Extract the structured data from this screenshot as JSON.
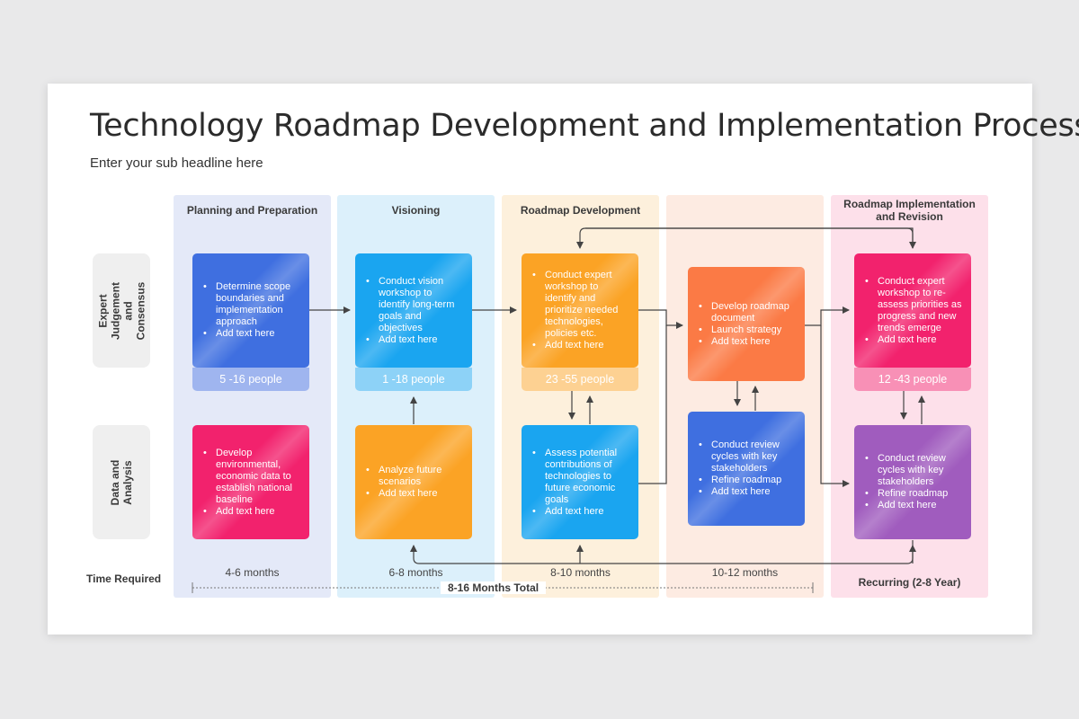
{
  "title": "Technology Roadmap Development and Implementation Process",
  "subtitle": "Enter your sub headline here",
  "columns": [
    {
      "heading": "Planning and Preparation",
      "months": "4-6 months"
    },
    {
      "heading": "Visioning",
      "months": "6-8 months"
    },
    {
      "heading": "Roadmap Development",
      "months": "8-10 months"
    },
    {
      "heading": "",
      "months": "10-12 months"
    },
    {
      "heading": "Roadmap Implementation and Revision",
      "months": "Recurring (2-8 Year)"
    }
  ],
  "rows": [
    {
      "label": "Expert Judgement and Consensus"
    },
    {
      "label": "Data and Analysis"
    }
  ],
  "time_required_label": "Time Required",
  "total_label": "8-16 Months Total",
  "cards": {
    "c1": {
      "bullets": [
        "Determine scope boundaries and implementation approach",
        "Add text here"
      ],
      "people": "5 -16 people",
      "color": "#3f6fe0"
    },
    "c2": {
      "bullets": [
        "Conduct vision workshop to identify long-term goals and objectives",
        "Add text here"
      ],
      "people": "1 -18 people",
      "color": "#1aa5f0"
    },
    "c3": {
      "bullets": [
        "Conduct expert workshop to identify and prioritize needed technologies, policies etc.",
        "Add text here"
      ],
      "people": "23 -55 people",
      "color": "#fba325"
    },
    "c4": {
      "bullets": [
        "Develop roadmap document",
        "Launch strategy",
        "Add text here"
      ],
      "color": "#fb7a45"
    },
    "c5": {
      "bullets": [
        "Conduct expert workshop to re-assess priorities as progress and new trends emerge",
        "Add text here"
      ],
      "people": "12 -43 people",
      "color": "#f2226d"
    },
    "c6": {
      "bullets": [
        "Develop environmental, economic data to establish national baseline",
        "Add text here"
      ],
      "color": "#f2226d"
    },
    "c7": {
      "bullets": [
        "Analyze future scenarios",
        "Add text here"
      ],
      "color": "#fba325"
    },
    "c8": {
      "bullets": [
        "Assess potential contributions of technologies to future economic goals",
        "Add text here"
      ],
      "color": "#1aa5f0"
    },
    "c9": {
      "bullets": [
        "Conduct review cycles with key stakeholders",
        "Refine roadmap",
        "Add text here"
      ],
      "color": "#3f6fe0"
    },
    "c10": {
      "bullets": [
        "Conduct review cycles with key stakeholders",
        "Refine roadmap",
        "Add text here"
      ],
      "color": "#a05cbe"
    }
  },
  "colors": {
    "col_planning": "#e4e9f8",
    "col_visioning": "#dcf0fb",
    "col_development": "#fdf0dc",
    "col_strategy": "#fdebe2",
    "col_implementation": "#fde0ea",
    "arrow": "#444444"
  }
}
